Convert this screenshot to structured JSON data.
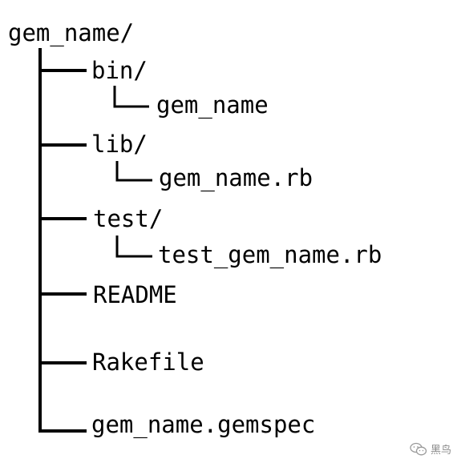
{
  "root": {
    "label": "gem_name/"
  },
  "entries": [
    {
      "label": "bin/",
      "child": "gem_name"
    },
    {
      "label": "lib/",
      "child": "gem_name.rb"
    },
    {
      "label": "test/",
      "child": "test_gem_name.rb"
    },
    {
      "label": "README"
    },
    {
      "label": "Rakefile"
    },
    {
      "label": "gem_name.gemspec"
    }
  ],
  "watermark": {
    "text": "黑鸟",
    "icon": "wechat-icon"
  },
  "colors": {
    "line": "#000000",
    "text": "#000000",
    "watermark": "#8a8a8a"
  }
}
